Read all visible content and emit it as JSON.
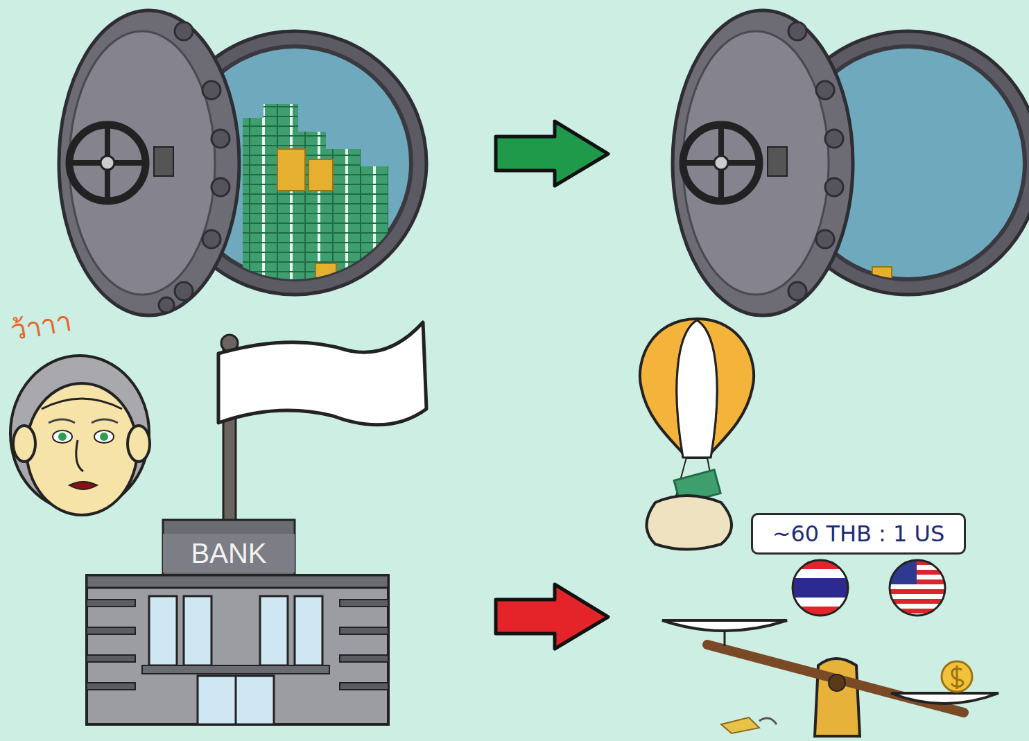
{
  "diagram": {
    "nodes": [
      {
        "text": [
          "BANK"
        ]
      },
      {
        "text": [
          "~60 THB : 1 US"
        ]
      }
    ],
    "labels": [
      "ว้าาา"
    ]
  }
}
